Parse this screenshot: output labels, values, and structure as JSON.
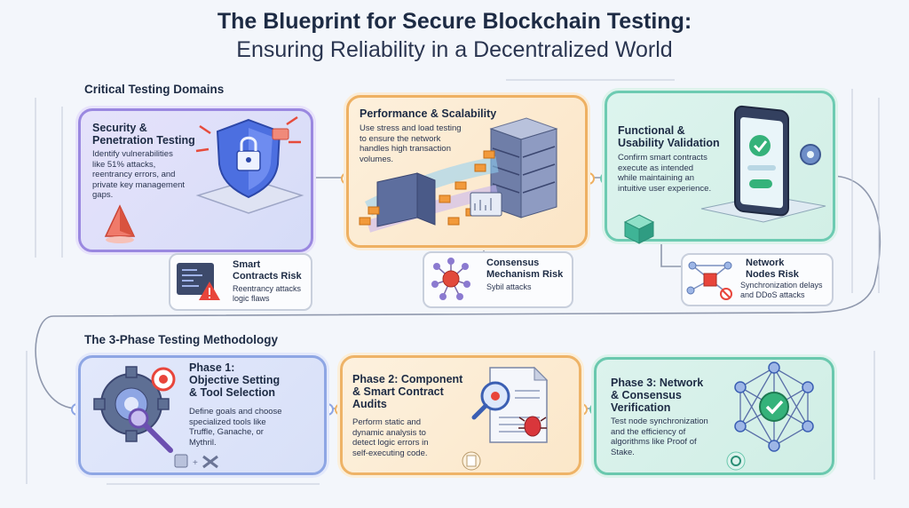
{
  "title": {
    "line1": "The Blueprint for Secure Blockchain Testing:",
    "line2": "Ensuring Reliability in a Decentralized World"
  },
  "sections": {
    "domains": "Critical Testing Domains",
    "methodology": "The 3-Phase Testing Methodology"
  },
  "domains": {
    "security": {
      "title_l1": "Security &",
      "title_l2": "Penetration Testing",
      "desc_l1": "Identify vulnerabilities",
      "desc_l2": "like 51% attacks,",
      "desc_l3": "reentrancy errors, and",
      "desc_l4": "private key management",
      "desc_l5": "gaps.",
      "icon": "shield-lock-icon"
    },
    "performance": {
      "title": "Performance & Scalability",
      "desc_l1": "Use stress and load testing",
      "desc_l2": "to ensure the network",
      "desc_l3": "handles high transaction",
      "desc_l4": "volumes.",
      "icon": "server-stack-icon"
    },
    "functional": {
      "title_l1": "Functional &",
      "title_l2": "Usability Validation",
      "desc_l1": "Confirm smart contracts",
      "desc_l2": "execute as intended",
      "desc_l3": "while maintaining an",
      "desc_l4": "intuitive user experience.",
      "icon": "smartphone-check-icon"
    }
  },
  "risks": {
    "smart_contracts": {
      "title_l1": "Smart",
      "title_l2": "Contracts Risk",
      "desc_l1": "Reentrancy attacks",
      "desc_l2": "logic flaws",
      "icon": "code-warning-icon"
    },
    "consensus": {
      "title_l1": "Consensus",
      "title_l2": "Mechanism Risk",
      "desc": "Sybil attacks",
      "icon": "node-cluster-icon"
    },
    "network": {
      "title_l1": "Network",
      "title_l2": "Nodes Risk",
      "desc_l1": "Synchronization delays",
      "desc_l2": "and DDoS attacks",
      "icon": "network-block-icon"
    }
  },
  "phases": {
    "p1": {
      "title_l1": "Phase 1:",
      "title_l2": "Objective Setting",
      "title_l3": "& Tool Selection",
      "desc_l1": "Define goals and choose",
      "desc_l2": "specialized tools like",
      "desc_l3": "Truffle, Ganache, or",
      "desc_l4": "Mythril.",
      "icon": "gear-target-icon"
    },
    "p2": {
      "title_l1": "Phase 2: Component",
      "title_l2": "& Smart Contract",
      "title_l3": "Audits",
      "desc_l1": "Perform static and",
      "desc_l2": "dynamic analysis to",
      "desc_l3": "detect logic errors in",
      "desc_l4": "self-executing code.",
      "icon": "document-bug-icon"
    },
    "p3": {
      "title_l1": "Phase 3: Network",
      "title_l2": "& Consensus",
      "title_l3": "Verification",
      "desc_l1": "Test node synchronization",
      "desc_l2": "and the efficiency of",
      "desc_l3": "algorithms like Proof of",
      "desc_l4": "Stake.",
      "icon": "network-check-icon"
    }
  },
  "colors": {
    "purple": "#9a88e0",
    "orange": "#eeb062",
    "teal": "#6dcbb2",
    "blue": "#8ea6e4"
  }
}
